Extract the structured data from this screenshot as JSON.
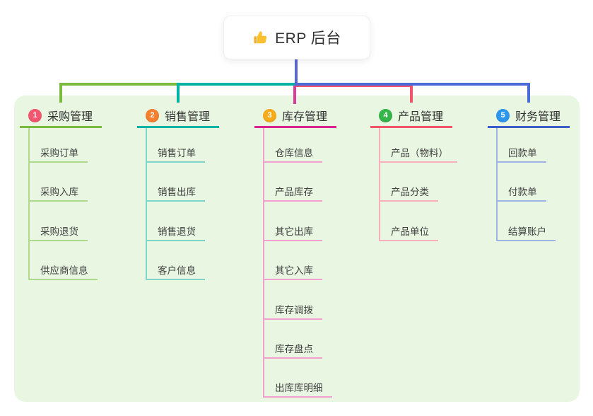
{
  "root": {
    "label": "ERP 后台",
    "icon": "thumbs-up-icon"
  },
  "branches": [
    {
      "num": "1",
      "label": "采购管理",
      "badge_color": "#F4566F",
      "line_color": "#7CB93F",
      "light_color": "#AFD98C",
      "connector_color": "#7CB93F",
      "children": [
        "采购订单",
        "采购入库",
        "采购退货",
        "供应商信息"
      ]
    },
    {
      "num": "2",
      "label": "销售管理",
      "badge_color": "#F5802F",
      "line_color": "#00B3A3",
      "light_color": "#7FD4C9",
      "connector_color": "#00B3A3",
      "children": [
        "销售订单",
        "销售出库",
        "销售退货",
        "客户信息"
      ]
    },
    {
      "num": "3",
      "label": "库存管理",
      "badge_color": "#F8AC1C",
      "line_color": "#D9248E",
      "light_color": "#F2A0D0",
      "connector_color": "#DA3D9C",
      "children": [
        "仓库信息",
        "产品库存",
        "其它出库",
        "其它入库",
        "库存调拨",
        "库存盘点",
        "出库库明细"
      ]
    },
    {
      "num": "4",
      "label": "产品管理",
      "badge_color": "#35B54A",
      "line_color": "#F2556A",
      "light_color": "#F8AFB9",
      "connector_color": "#F2556A",
      "children": [
        "产品（物料）",
        "产品分类",
        "产品单位"
      ]
    },
    {
      "num": "5",
      "label": "财务管理",
      "badge_color": "#2D97EE",
      "line_color": "#3D5EC8",
      "light_color": "#9FB4E4",
      "connector_color": "#4A6BD8",
      "children": [
        "回款单",
        "付款单",
        "结算账户"
      ]
    }
  ],
  "colors": {
    "canvas": "#FFFFFF",
    "panel_bg": "#E8F6E2",
    "root_line": "#5767D6",
    "root_text": "#333333",
    "child_text": "#404040"
  }
}
